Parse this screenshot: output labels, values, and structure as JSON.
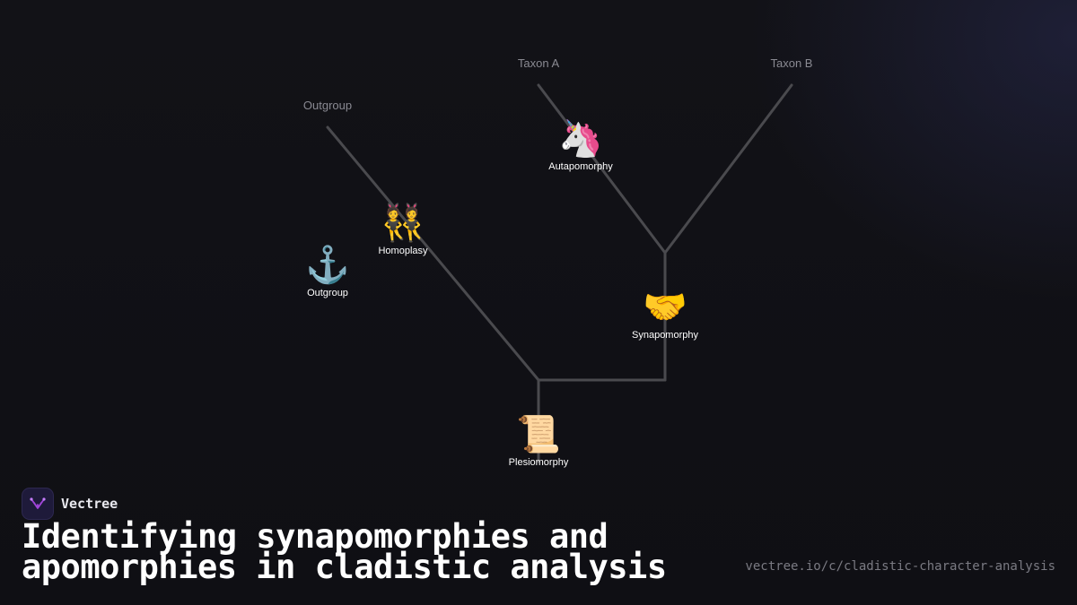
{
  "tree": {
    "taxa": [
      {
        "id": "outgroup",
        "label": "Outgroup"
      },
      {
        "id": "taxon-a",
        "label": "Taxon A"
      },
      {
        "id": "taxon-b",
        "label": "Taxon B"
      }
    ],
    "characters": [
      {
        "id": "outgroup",
        "emoji": "⚓️",
        "label": "Outgroup"
      },
      {
        "id": "homoplasy",
        "emoji": "👯",
        "label": "Homoplasy"
      },
      {
        "id": "autapomorphy",
        "emoji": "🦄",
        "label": "Autapomorphy"
      },
      {
        "id": "synapomorphy",
        "emoji": "🤝",
        "label": "Synapomorphy"
      },
      {
        "id": "plesiomorphy",
        "emoji": "📜",
        "label": "Plesiomorphy"
      }
    ]
  },
  "brand": {
    "name": "Vectree"
  },
  "title": "Identifying synapomorphies and apomorphies in cladistic analysis",
  "url": "vectree.io/c/cladistic-character-analysis",
  "colors": {
    "branch": "#4a4a4e",
    "background": "#111116",
    "logo_accent": "#a044d8"
  }
}
